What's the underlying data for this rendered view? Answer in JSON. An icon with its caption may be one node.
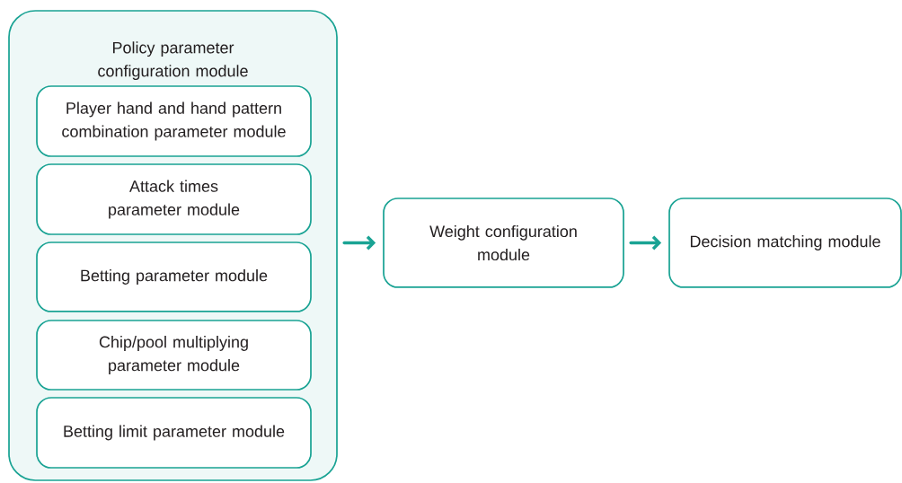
{
  "diagram": {
    "nodes": [
      {
        "text": [
          "Policy parameter configuration module"
        ]
      },
      {
        "text": [
          "Player hand and hand pattern combination parameter module"
        ],
        "in": 0
      },
      {
        "text": [
          "Attack times parameter module"
        ],
        "in": 0
      },
      {
        "text": [
          "Betting parameter module"
        ],
        "in": 0
      },
      {
        "text": [
          "Chip/pool multiplying parameter module"
        ],
        "in": 0
      },
      {
        "text": [
          "Betting limit parameter module"
        ],
        "in": 0
      },
      {
        "text": [
          "Weight configuration module"
        ]
      },
      {
        "text": [
          "Decision matching module"
        ]
      }
    ],
    "edges": [
      {
        "from": 0,
        "to": 6,
        "arrow": "to"
      },
      {
        "from": 6,
        "to": 7,
        "arrow": "to"
      }
    ]
  }
}
